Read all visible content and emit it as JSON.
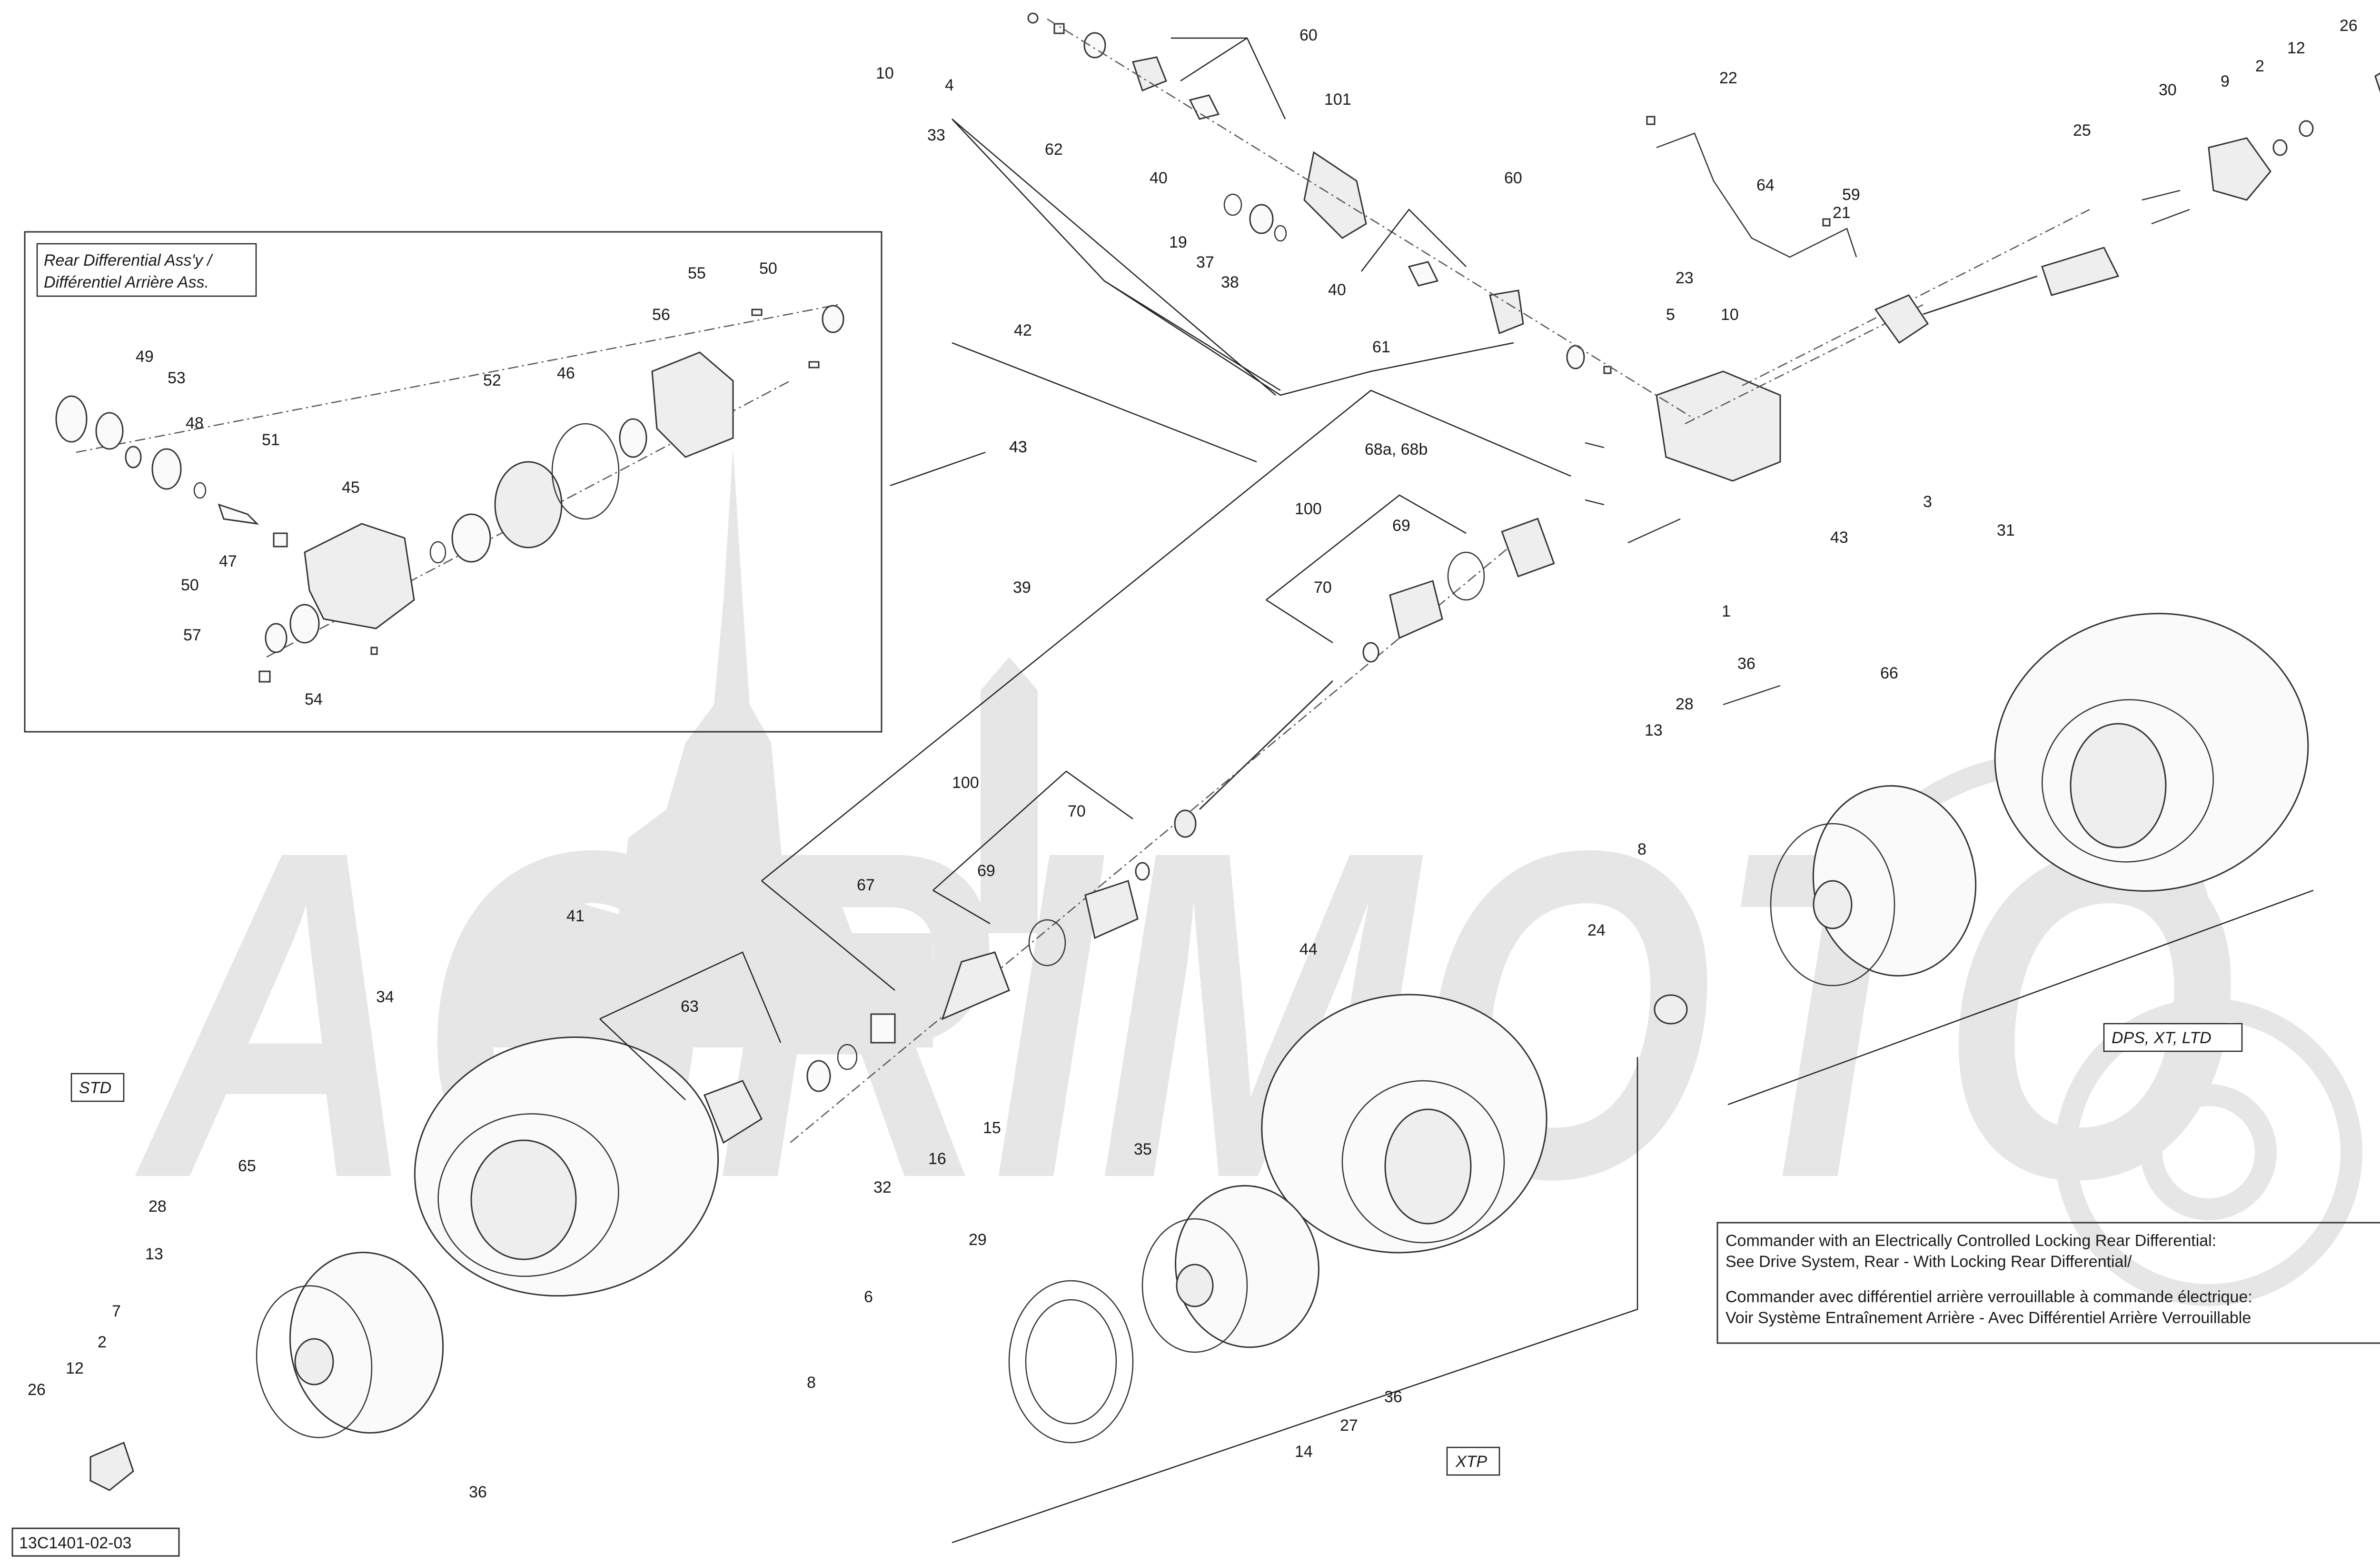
{
  "inset": {
    "title_line1": "Rear Differential Ass'y /",
    "title_line2": "Différentiel Arrière Ass."
  },
  "tags": {
    "std": "STD",
    "xtp": "XTP",
    "dps": "DPS, XT, LTD"
  },
  "note": {
    "line1": "Commander with an Electrically Controlled Locking Rear Differential:",
    "line2": "See Drive System, Rear - With Locking Rear Differential/",
    "line3": "Commander avec différentiel arrière verrouillable à commande électrique:",
    "line4": "Voir Système Entraînement Arrière - Avec Différentiel Arrière Verrouillable"
  },
  "figure_id": "13C1401-02-03",
  "callouts": [
    "10",
    "4",
    "33",
    "62",
    "60",
    "101",
    "40",
    "19",
    "37",
    "38",
    "60",
    "40",
    "61",
    "42",
    "22",
    "64",
    "21",
    "59",
    "23",
    "5",
    "10",
    "43",
    "3",
    "1",
    "43",
    "26",
    "12",
    "2",
    "9",
    "30",
    "25",
    "55",
    "50",
    "56",
    "49",
    "53",
    "52",
    "46",
    "48",
    "51",
    "45",
    "47",
    "50",
    "57",
    "54",
    "43",
    "68a, 68b",
    "100",
    "69",
    "70",
    "39",
    "100",
    "70",
    "69",
    "67",
    "41",
    "63",
    "15",
    "16",
    "32",
    "34",
    "65",
    "28",
    "13",
    "7",
    "2",
    "12",
    "26",
    "36",
    "44",
    "35",
    "29",
    "6",
    "8",
    "27",
    "14",
    "36",
    "31",
    "66",
    "36",
    "28",
    "13",
    "8",
    "24"
  ],
  "watermark": {
    "brand": "AGRIMOTO"
  }
}
